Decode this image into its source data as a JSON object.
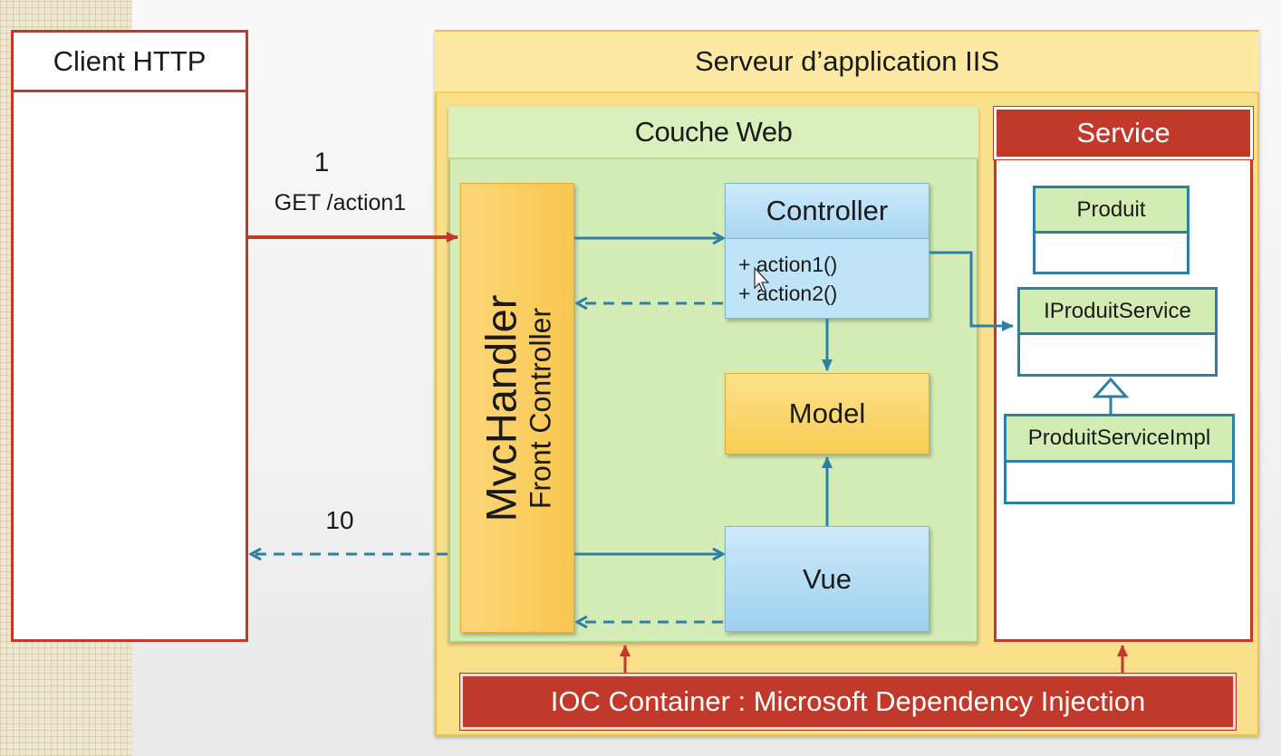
{
  "client": {
    "title": "Client HTTP"
  },
  "server": {
    "title": "Serveur d’application IIS"
  },
  "web_layer": {
    "title": "Couche Web"
  },
  "front_controller": {
    "name": "MvcHandler",
    "subtitle": "Front Controller"
  },
  "controller": {
    "title": "Controller",
    "methods": [
      "+ action1()",
      "+ action2()"
    ]
  },
  "model": {
    "title": "Model"
  },
  "vue": {
    "title": "Vue"
  },
  "service": {
    "title": "Service",
    "classes": [
      "Produit",
      "IProduitService",
      "ProduitServiceImpl"
    ]
  },
  "ioc": {
    "title": "IOC Container : Microsoft Dependency Injection"
  },
  "request": {
    "step": "1",
    "label": "GET /action1"
  },
  "response": {
    "step": "10"
  },
  "colors": {
    "red": "#c0392b",
    "blue": "#2e7fa6",
    "yellow": "#fbe08b",
    "green": "#d4ecb5",
    "light_blue": "#bfe3f7"
  }
}
